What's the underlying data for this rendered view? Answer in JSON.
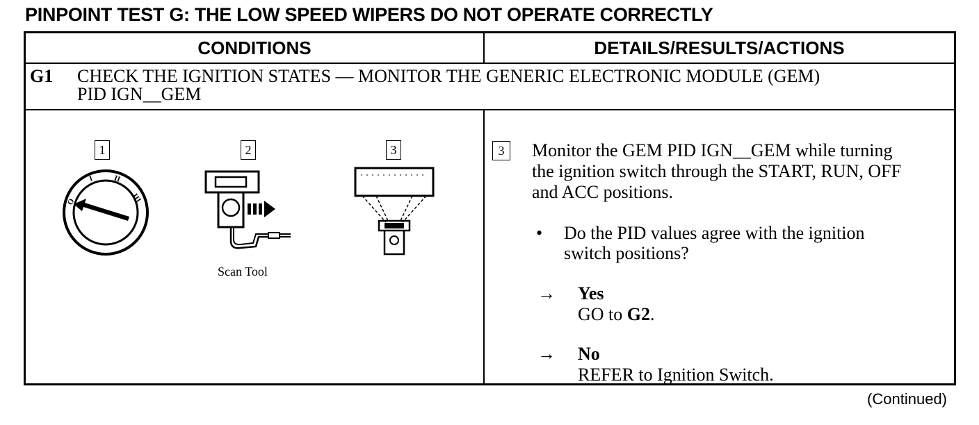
{
  "title": "PINPOINT TEST G:  THE LOW SPEED WIPERS DO NOT OPERATE CORRECTLY",
  "headers": {
    "conditions": "CONDITIONS",
    "details": "DETAILS/RESULTS/ACTIONS"
  },
  "step": {
    "number": "G1",
    "line1": "CHECK THE IGNITION STATES — MONITOR THE GENERIC ELECTRONIC MODULE (GEM)",
    "line2": "PID IGN__GEM"
  },
  "figures": {
    "fig1_number": "1",
    "fig2_number": "2",
    "fig3_number": "3",
    "scan_tool_caption": "Scan Tool",
    "ign_labels": [
      "O",
      "I",
      "II",
      "III"
    ]
  },
  "details": {
    "step_number": "3",
    "instruction_line1": "Monitor the GEM PID IGN__GEM while turning",
    "instruction_line2": "the ignition switch through the START, RUN, OFF",
    "instruction_line3": "and ACC positions.",
    "bullet": "•",
    "question_line1": "Do the PID values agree with the ignition",
    "question_line2": "switch positions?",
    "arrow": "→",
    "yes_label": "Yes",
    "yes_action_prefix": "GO to ",
    "yes_action_target": "G2",
    "yes_action_suffix": ".",
    "no_label": "No",
    "no_action": "REFER to  Ignition Switch."
  },
  "footer": {
    "continued": "(Continued)"
  }
}
